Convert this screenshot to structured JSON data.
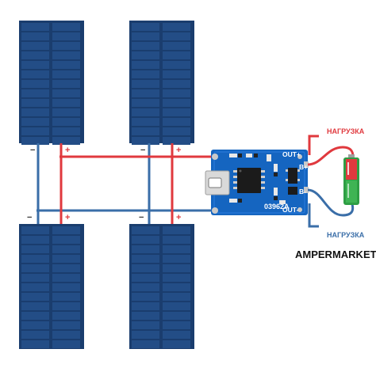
{
  "panels": [
    {
      "minus": "−",
      "plus": "+"
    },
    {
      "minus": "−",
      "plus": "+"
    },
    {
      "minus": "−",
      "plus": "+"
    },
    {
      "minus": "−",
      "plus": "+"
    }
  ],
  "board": {
    "chip_code": "03962A",
    "out_plus": "OUT+",
    "b_plus": "B+",
    "b_minus": "B-",
    "out_minus": "OUT-"
  },
  "load": {
    "top_label": "НАГРУЗКА",
    "bottom_label": "НАГРУЗКА"
  },
  "brand": {
    "text": "AMPERMARKET.KZ"
  },
  "colors": {
    "panel": "#1a3d6e",
    "panel_cell": "#234d86",
    "wire_positive": "#e0393e",
    "wire_negative": "#3a6ea8",
    "board": "#1565c0",
    "battery_green": "#2e9e44",
    "battery_red": "#e0393e"
  }
}
